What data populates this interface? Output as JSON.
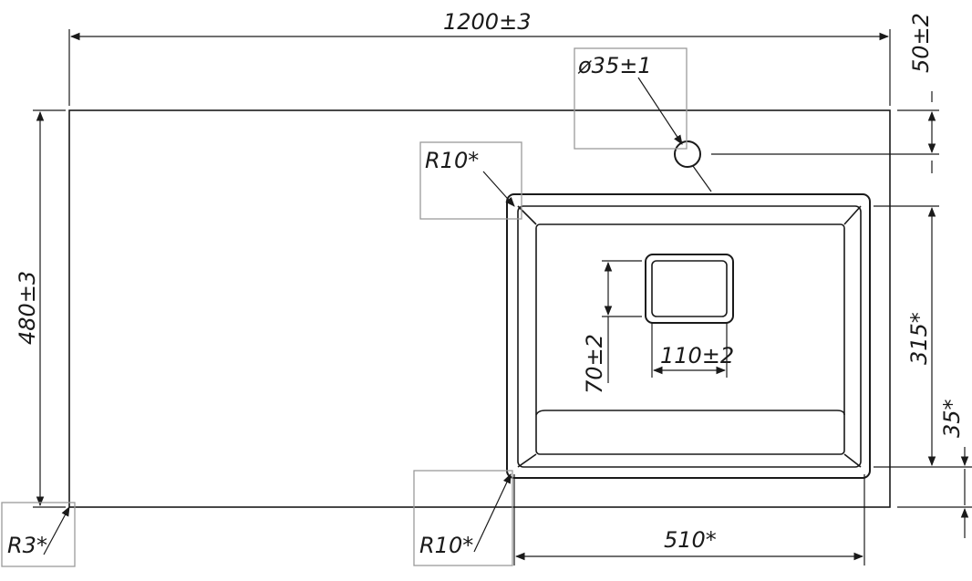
{
  "diagram": {
    "overall_width": "1200±3",
    "overall_depth": "480±3",
    "tap_hole_diameter": "ø35±1",
    "tap_hole_offset": "50±2",
    "corner_radius_outer": "R3*",
    "corner_radius_bowl_top": "R10*",
    "corner_radius_bowl_bottom": "R10*",
    "bowl_depth": "315*",
    "bowl_bottom_offset": "35*",
    "bowl_width": "510*",
    "drain_width": "110±2",
    "drain_height": "70±2"
  },
  "colors": {
    "line": "#1a1a1a",
    "callout_box": "#9a9a9a",
    "background": "#ffffff"
  }
}
